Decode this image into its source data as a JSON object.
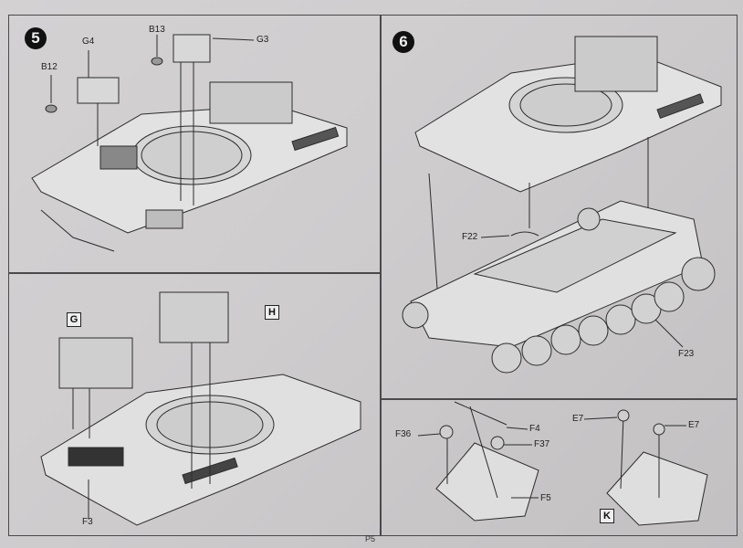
{
  "steps": {
    "five": "5",
    "six": "6"
  },
  "box_labels": {
    "g": "G",
    "h": "H",
    "k": "K"
  },
  "part_labels": {
    "g4": "G4",
    "b13": "B13",
    "g3": "G3",
    "b12": "B12",
    "f22": "F22",
    "f23": "F23",
    "f3": "F3",
    "f36": "F36",
    "f4": "F4",
    "f37": "F37",
    "f5": "F5",
    "e7_left": "E7",
    "e7_right": "E7"
  },
  "page_number": "P5"
}
